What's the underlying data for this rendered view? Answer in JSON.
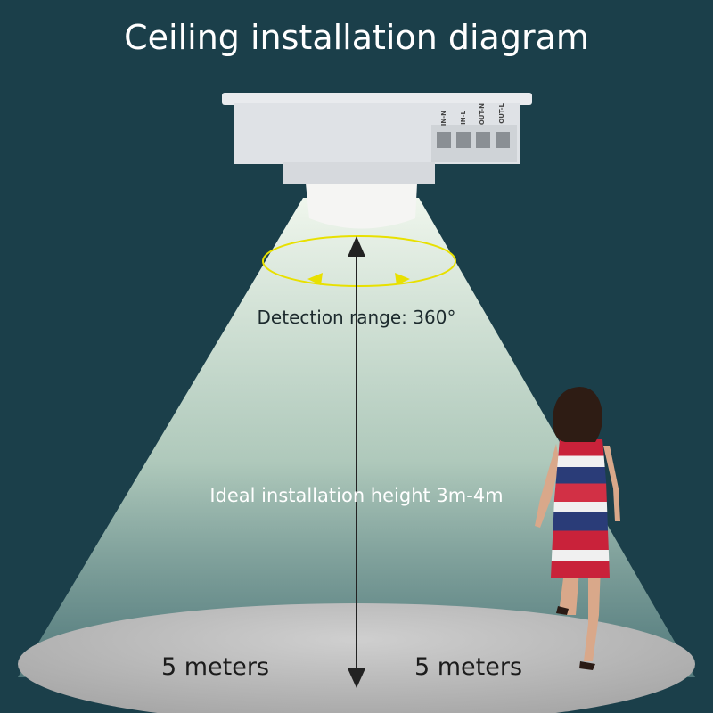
{
  "title": "Ceiling installation diagram",
  "detection_range_label": "Detection range: 360°",
  "height_label": "Ideal installation height 3m-4m",
  "distance_left_label": "5 meters",
  "distance_right_label": "5 meters",
  "terminals": [
    "IN-N",
    "IN-L",
    "OUT-N",
    "OUT-L"
  ],
  "colors": {
    "background": "#1b3f4a",
    "beam": "#e6f2df",
    "floor": "#bcbcbc",
    "rotation_ring": "#e8e000",
    "arrow": "#222222"
  }
}
